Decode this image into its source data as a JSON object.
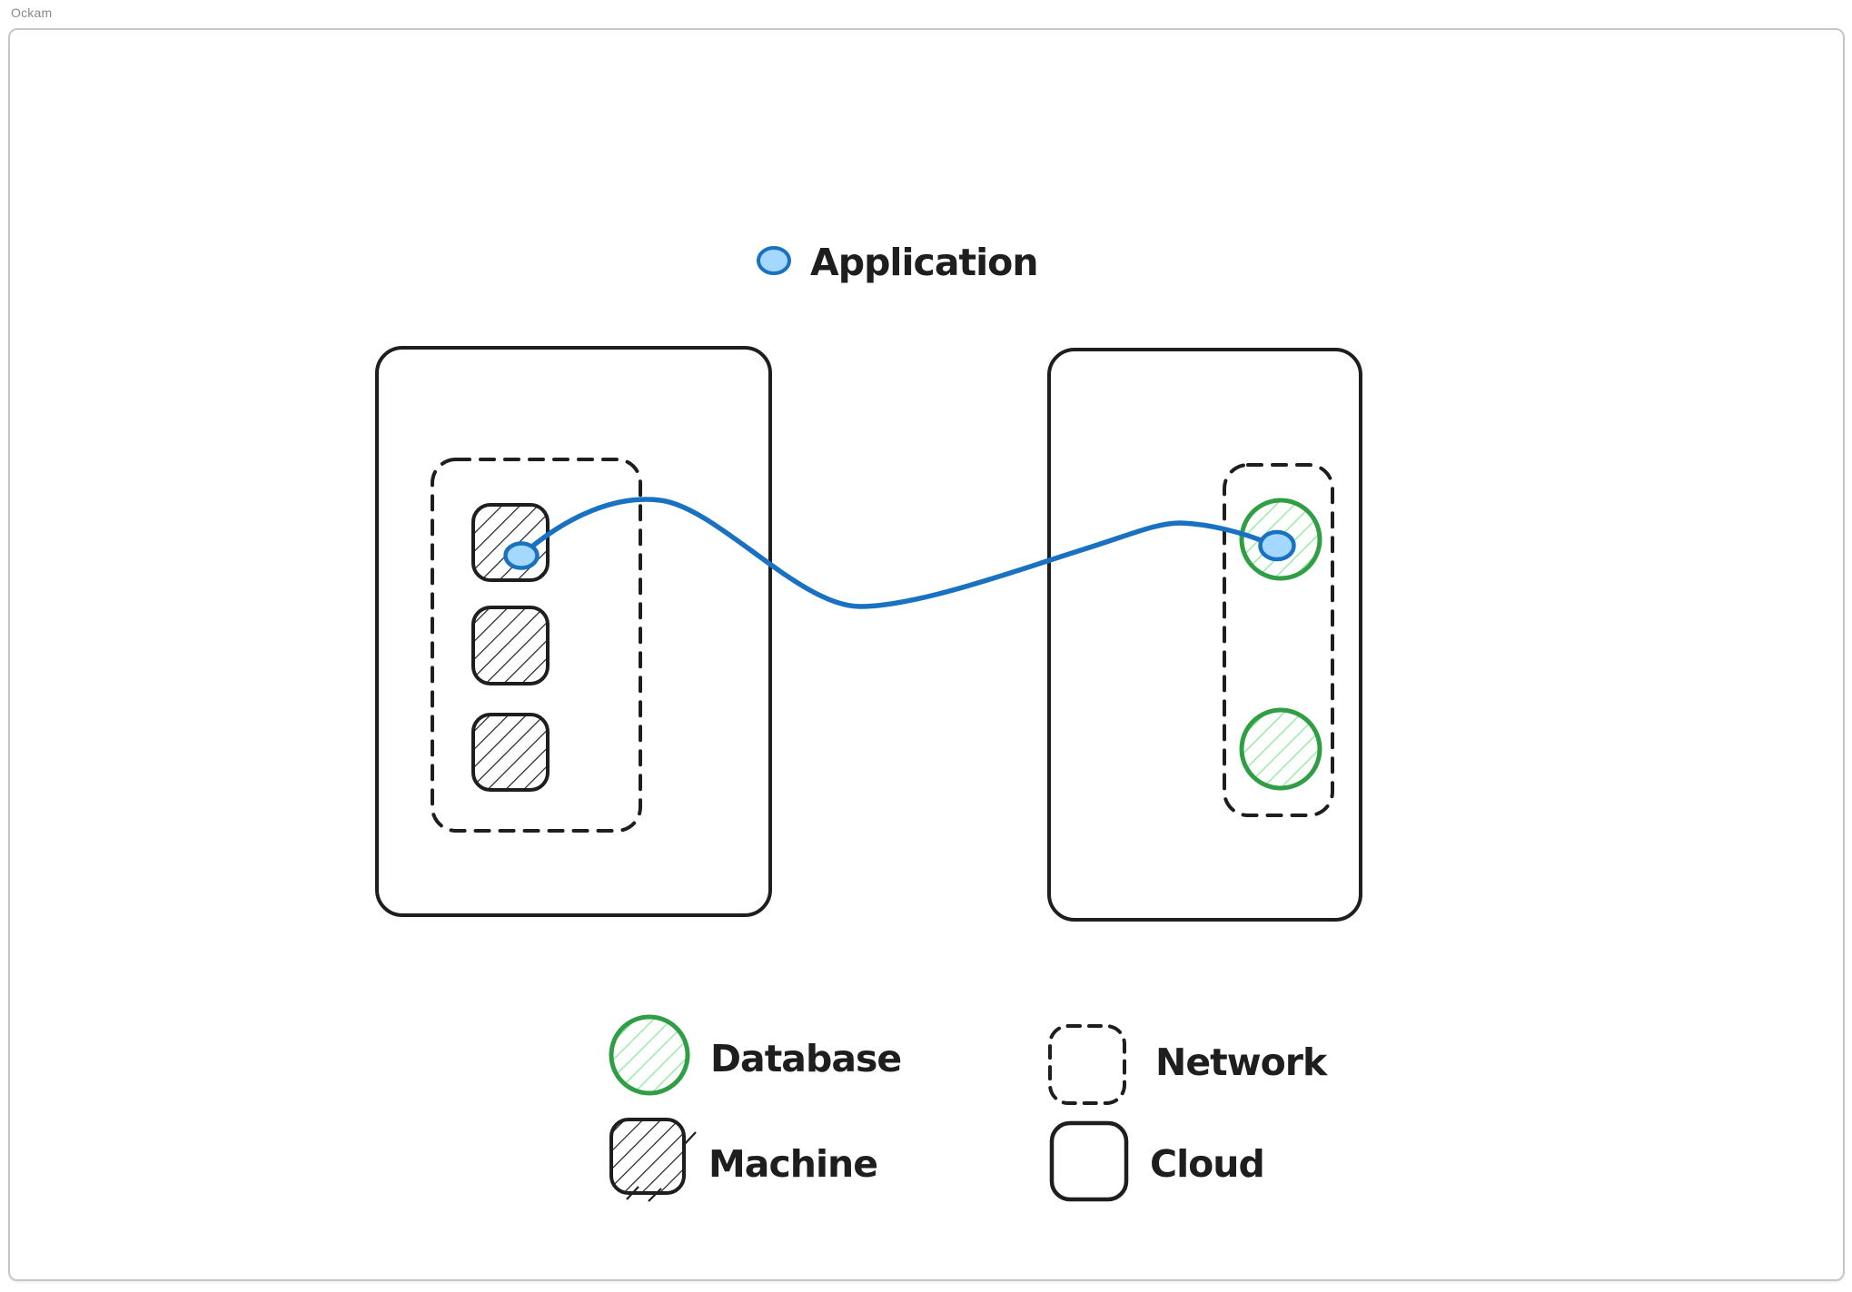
{
  "window": {
    "label": "Ockam"
  },
  "legend": {
    "application": "Application",
    "database": "Database",
    "machine": "Machine",
    "network": "Network",
    "cloud": "Cloud"
  },
  "colors": {
    "stroke_dark": "#1e1e1e",
    "connection_blue": "#1971c2",
    "application_fill": "#a5d8ff",
    "database_green": "#2f9e44",
    "database_hatch": "#8ce99a",
    "frame_border": "#c6c6c6",
    "frame_label_gray": "#8a8a8a"
  },
  "diagram": {
    "left_cloud": {
      "networks": 1,
      "machines": 3,
      "application_on_machine": 1
    },
    "right_cloud": {
      "networks": 1,
      "databases": 2,
      "application_endpoint_on_database": 1
    },
    "connection": {
      "from": "application on machine 1 (left cloud)",
      "to": "application endpoint on database 1 (right cloud)"
    }
  }
}
